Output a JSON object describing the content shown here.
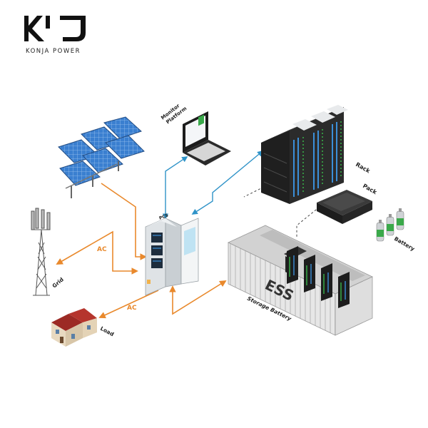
{
  "brand": {
    "name": "KONJA POWER",
    "logo_mark": "KJ"
  },
  "labels": {
    "monitor": [
      "Monitor",
      "Platform"
    ],
    "rack": "Rack",
    "pack": "Pack",
    "battery": "Battery",
    "pcs": "PCS",
    "ess": "ESS",
    "storage_battery": "Storage Battery",
    "grid": "Grid",
    "load": "Load",
    "ac_top": "AC",
    "ac_bottom": "AC"
  },
  "colors": {
    "ac_flow": "#e9892c",
    "data_flow": "#2f93c8",
    "dark": "#1c1c1c",
    "panel_blue": "#2f6db5",
    "container": "#e6e6e6",
    "cabinet": "#e8ecef"
  },
  "icons": [
    "solar-panel-array-icon",
    "laptop-icon",
    "server-rack-icon",
    "battery-pack-icon",
    "battery-cells-icon",
    "pcs-cabinet-icon",
    "container-icon",
    "grid-tower-icon",
    "house-icon"
  ]
}
